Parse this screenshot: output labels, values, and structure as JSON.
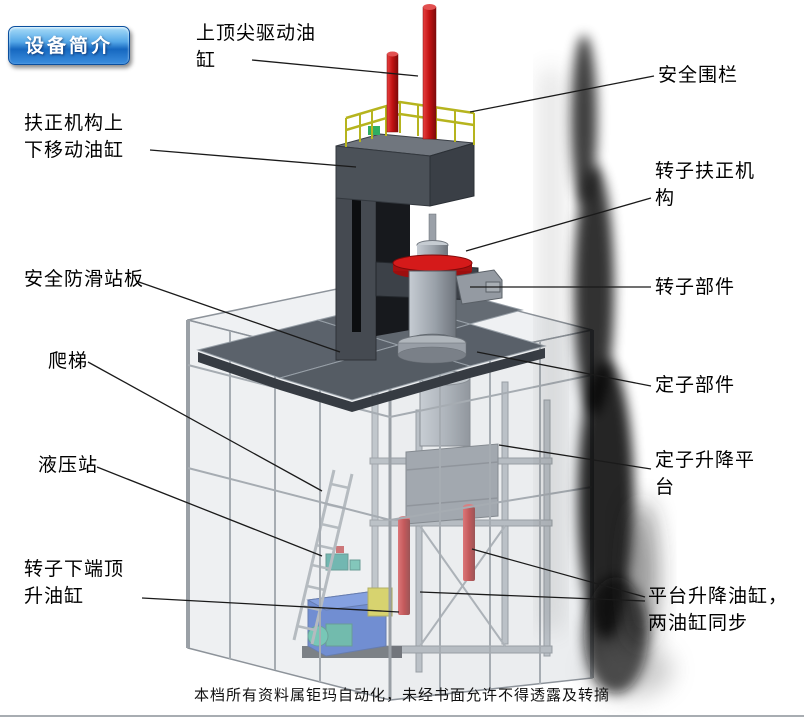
{
  "badge": {
    "label": "设备简介"
  },
  "callouts": {
    "top_drive_cylinder": "上顶尖驱动油\n缸",
    "safety_fence": "安全围栏",
    "centering_updown_cylinder": "扶正机构上\n下移动油缸",
    "rotor_centering_mechanism": "转子扶正机\n构",
    "antislip_board": "安全防滑站板",
    "rotor_part": "转子部件",
    "ladder": "爬梯",
    "stator_part": "定子部件",
    "hydraulic_station": "液压站",
    "stator_lift_platform": "定子升降平\n台",
    "rotor_bottom_jack_cylinder": "转子下端顶\n升油缸",
    "platform_lift_cylinders": "平台升降油缸，\n两油缸同步"
  },
  "footer": {
    "text": "本档所有资料属钜玛自动化，未经书面允许不得透露及转摘"
  },
  "illustration": {
    "colors": {
      "cylinder_red": "#c41414",
      "fence_yellow": "#b6b41e",
      "machine_gray": "#4b5158",
      "hydraulic_blue": "#2857c8",
      "badge_blue": "#1668c0",
      "pump_teal": "#2aa489"
    }
  }
}
